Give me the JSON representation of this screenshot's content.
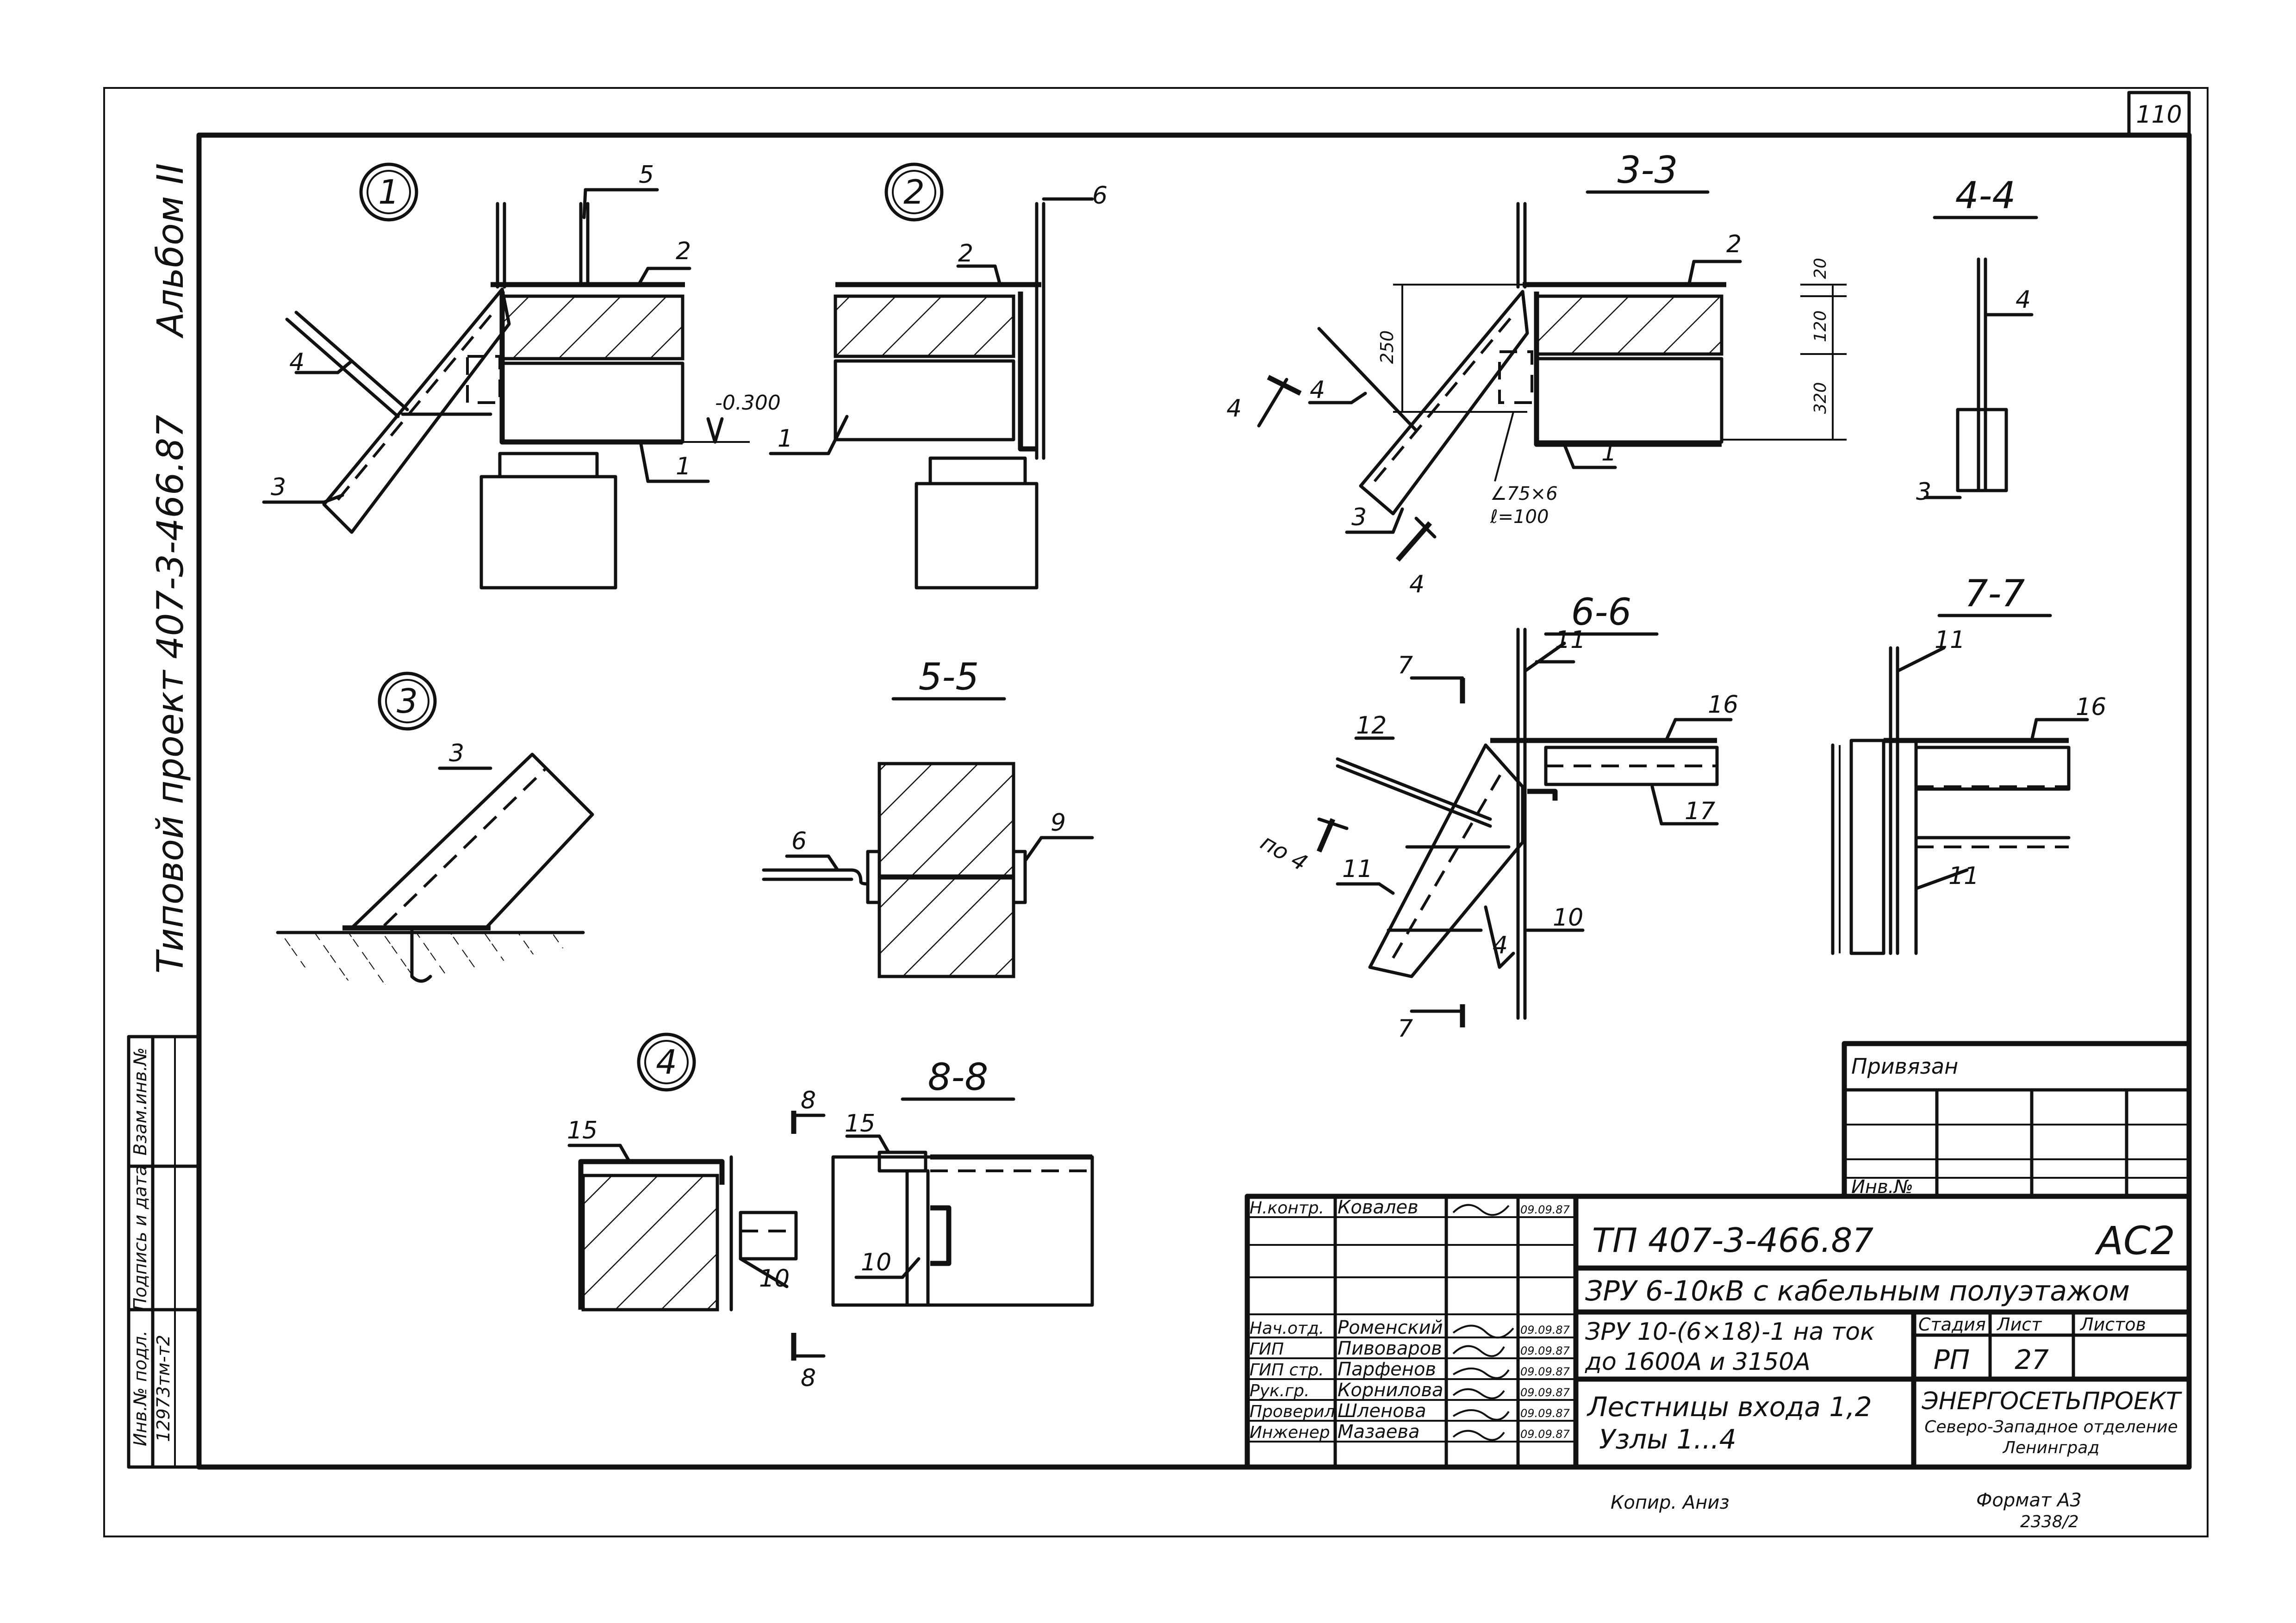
{
  "page_number": "110",
  "album": "Альбом II",
  "project": "Типовой проект 407-3-466.87",
  "side_stamp": {
    "headers": [
      "Инв.№ подл.",
      "Подпись и дата",
      "Взам.инв.№"
    ],
    "inv_value": "12973тм-т2"
  },
  "nodes": {
    "n1": "1",
    "n2": "2",
    "n3": "3",
    "n4": "4"
  },
  "sections": {
    "s33": "3-3",
    "s44": "4-4",
    "s55": "5-5",
    "s66": "6-6",
    "s77": "7-7",
    "s88": "8-8"
  },
  "marks": {
    "m1": "1",
    "m2": "2",
    "m3": "3",
    "m4": "4",
    "m5": "5",
    "m6": "6",
    "m7": "7",
    "m8": "8",
    "m9": "9",
    "m10": "10",
    "m11": "11",
    "m12": "12",
    "m15": "15",
    "m16": "16",
    "m17": "17",
    "po4": "по 4"
  },
  "dimensions": {
    "elev": "-0.300",
    "d250": "250",
    "d20": "20",
    "d120": "120",
    "d320": "320",
    "angle": "∠75×6",
    "length": "ℓ=100"
  },
  "binding_block": {
    "privyazan": "Привязан",
    "inv_no": "Инв.№"
  },
  "title_block": {
    "roles": [
      "Н.контр.",
      "",
      "",
      "Нач.отд.",
      "ГИП",
      "ГИП стр.",
      "Рук.гр.",
      "Проверил",
      "Инженер"
    ],
    "names": [
      "Ковалев",
      "",
      "",
      "Роменский",
      "Пивоваров",
      "Парфенов",
      "Корнилова",
      "Шленова",
      "Мазаева"
    ],
    "dates": [
      "09.09.87",
      "",
      "",
      "09.09.87",
      "09.09.87",
      "09.09.87",
      "09.09.87",
      "09.09.87",
      "09.09.87"
    ],
    "code": "ТП 407-3-466.87",
    "sheet_mark": "АС2",
    "title1": "ЗРУ 6-10кВ с кабельным полуэтажом",
    "title2_line1": "ЗРУ 10-(6×18)-1 на ток",
    "title2_line2": "до 1600А и 3150А",
    "stage_label": "Стадия",
    "sheet_label": "Лист",
    "sheets_label": "Листов",
    "stage": "РП",
    "sheet": "27",
    "sheets": "",
    "title3_line1": "Лестницы входа 1,2",
    "title3_line2": "Узлы 1...4",
    "org1": "ЭНЕРГОСЕТЬПРОЕКТ",
    "org2": "Северо-Западное отделение",
    "org3": "Ленинград"
  },
  "footer": {
    "copied": "Копир. Аниз",
    "format": "Формат А3",
    "number": "2338/2"
  }
}
